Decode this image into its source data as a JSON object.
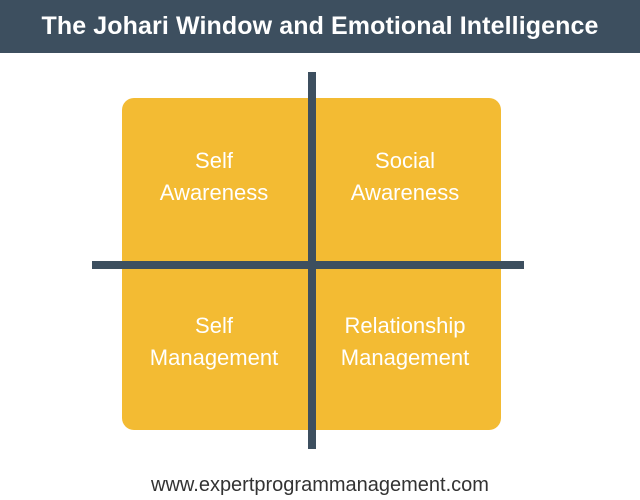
{
  "header": {
    "title": "The Johari Window and Emotional Intelligence"
  },
  "quadrants": {
    "top_left": {
      "line1": "Self",
      "line2": "Awareness"
    },
    "top_right": {
      "line1": "Social",
      "line2": "Awareness"
    },
    "bottom_left": {
      "line1": "Self",
      "line2": "Management"
    },
    "bottom_right": {
      "line1": "Relationship",
      "line2": "Management"
    }
  },
  "footer": {
    "url": "www.expertprogrammanagement.com"
  },
  "colors": {
    "header_bg": "#3d4f5f",
    "quadrant_fill": "#f3bb33",
    "axis": "#3d4f5f",
    "label_text": "#ffffff"
  }
}
